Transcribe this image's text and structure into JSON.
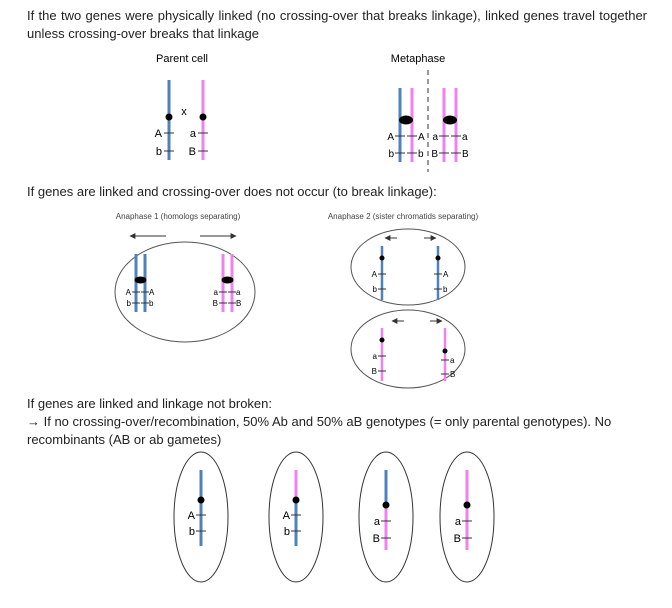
{
  "intro_text": "If the two genes were physically linked (no crossing-over that breaks linkage), linked genes travel together unless crossing-over breaks that linkage",
  "heading_no_crossing": "If genes are linked and crossing-over does not occur (to break linkage):",
  "heading_linkage_not_broken": "If genes are linked and linkage not broken:",
  "result_line_1": "→ If no crossing-over/recombination, 50% Ab and 50% aB genotypes (= only parental genotypes). No",
  "result_line_2": "recombinants (AB or ab gametes)",
  "labels": {
    "parent_cell": "Parent cell",
    "metaphase": "Metaphase",
    "anaphase1": "Anaphase 1 (homologs separating)",
    "anaphase2": "Anaphase 2 (sister chromatids separating)",
    "cross_symbol": "x"
  },
  "alleles": {
    "A": "A",
    "a": "a",
    "B": "B",
    "b": "b"
  },
  "colors": {
    "blue_chromosome": "#4f81bd",
    "pink_chromosome": "#ee82ee",
    "centromere": "#000000",
    "cell_outline": "#555555"
  }
}
